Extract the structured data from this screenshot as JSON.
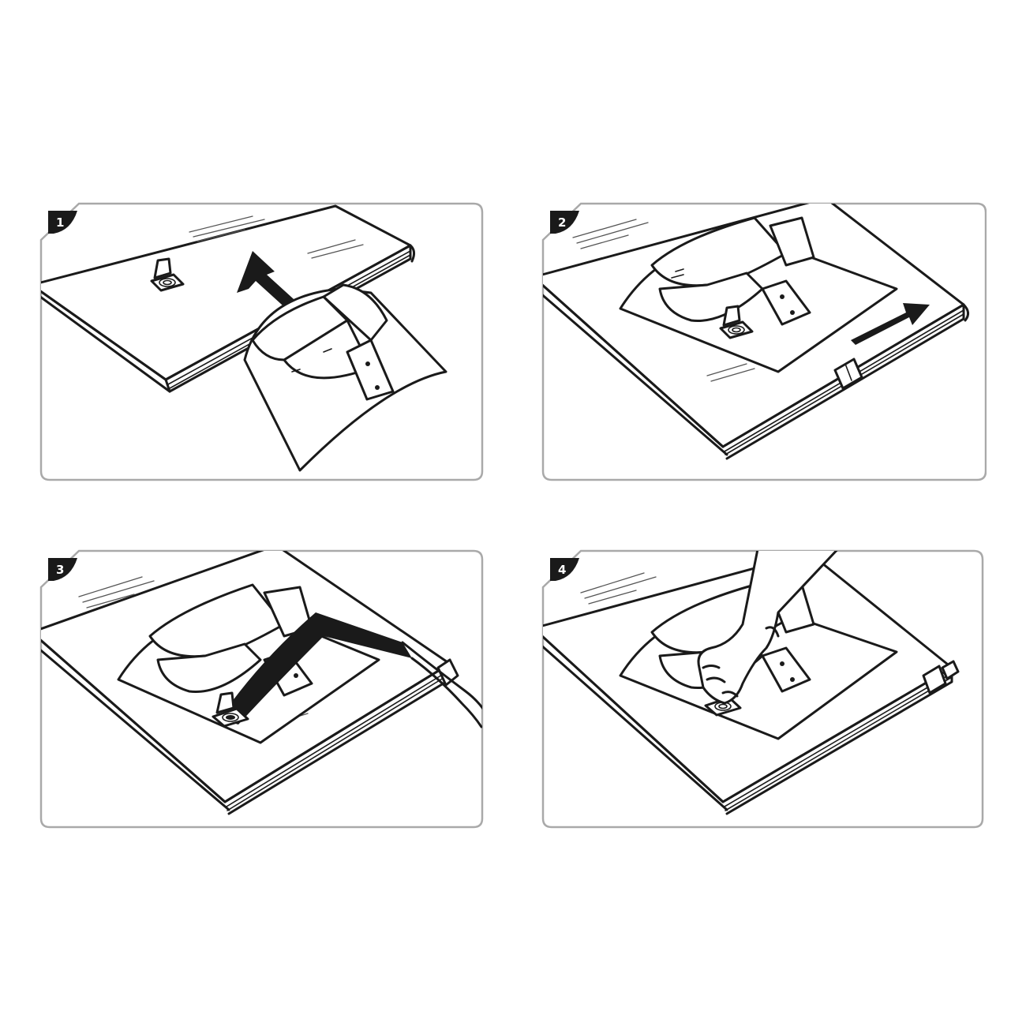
{
  "steps": [
    {
      "number": "1"
    },
    {
      "number": "2"
    },
    {
      "number": "3"
    },
    {
      "number": "4"
    }
  ],
  "colors": {
    "frame_border": "#a9a9a9",
    "badge_fill": "#1a1a1a",
    "line_art": "#1a1a1a"
  },
  "icons": [
    "arrow-up-icon",
    "arrow-right-icon",
    "valve-icon",
    "vacuum-hose-icon",
    "zipper-slider-icon",
    "hand-icon"
  ]
}
